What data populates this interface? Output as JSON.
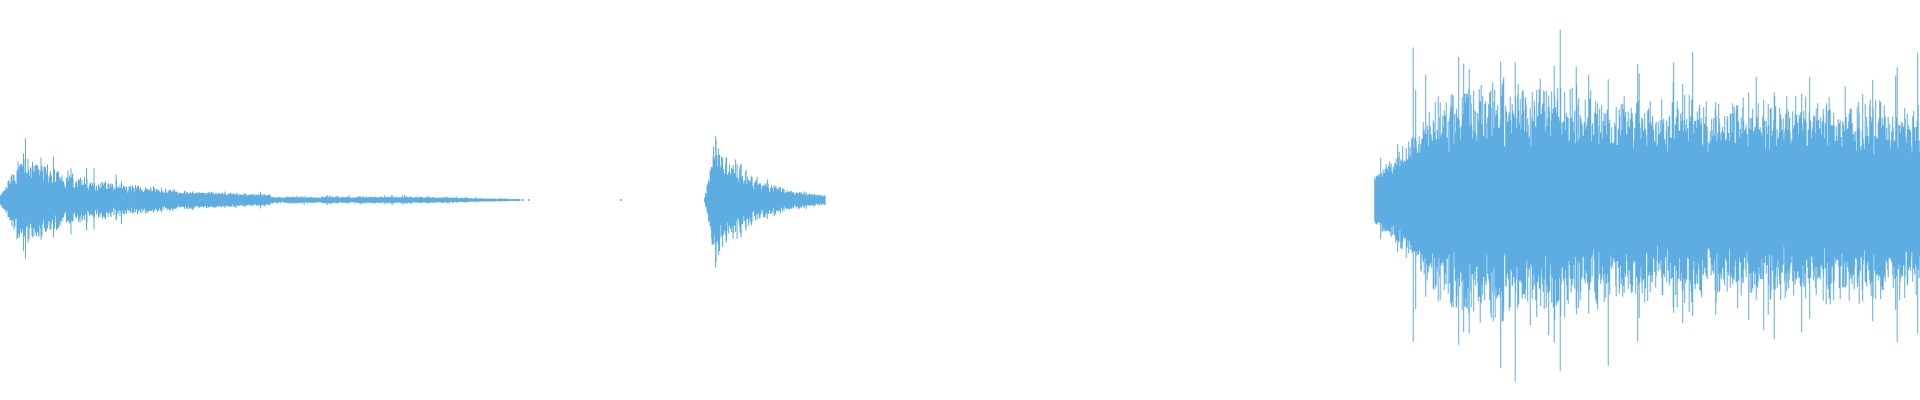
{
  "waveform": {
    "color": "#5dade2",
    "background": "#ffffff",
    "sample_range": [
      -1,
      1
    ],
    "segments": [
      {
        "name": "segment-1",
        "time_range": [
          0.0,
          0.141
        ],
        "peak": 0.25,
        "floor": 0.02,
        "envelope": "burst-decay"
      },
      {
        "name": "segment-2",
        "time_range": [
          0.141,
          0.271
        ],
        "peak": 0.02,
        "floor": 0.005,
        "envelope": "flat-taper"
      },
      {
        "name": "segment-3",
        "time_range": [
          0.212,
          0.244
        ],
        "peak": 0.015,
        "floor": 0.005,
        "envelope": "flat"
      },
      {
        "name": "segment-4",
        "time_range": [
          0.367,
          0.43
        ],
        "peak": 0.37,
        "floor": 0.01,
        "envelope": "burst-decay"
      },
      {
        "name": "segment-5",
        "time_range": [
          0.716,
          1.0
        ],
        "peak": 0.69,
        "floor": 0.12,
        "envelope": "dense-speech"
      }
    ],
    "specks": [
      0.27,
      0.272,
      0.275,
      0.323
    ]
  }
}
